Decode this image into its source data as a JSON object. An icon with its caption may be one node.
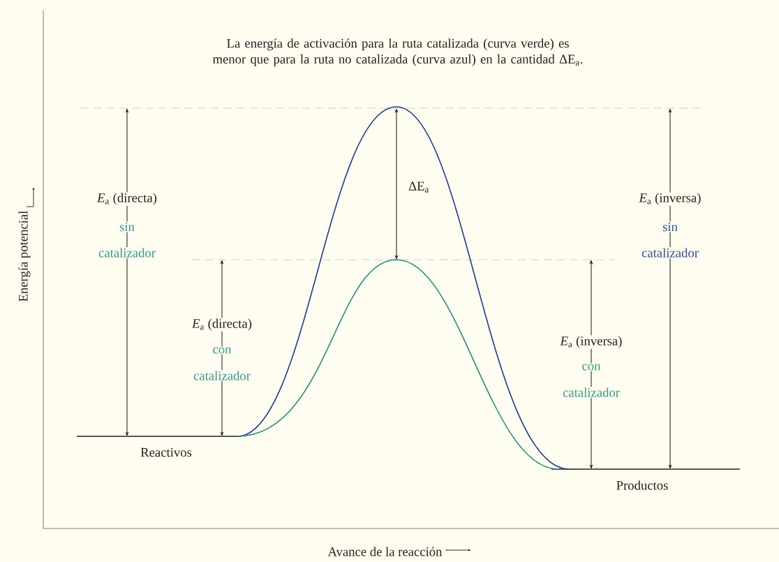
{
  "diagram": {
    "title": "La energía de activación para la ruta catalizada (curva verde) es menor que para la ruta no catalizada (curva azul) en la cantidad ΔE$_{a}$.",
    "labels": [
      "*E*$_{a}$ (directa)",
      "sin",
      "catalizador",
      "*E*$_{a}$ (directa)",
      "con",
      "catalizador",
      "ΔE$_{a}$",
      "*E*$_{a}$ (inversa)",
      "sin",
      "catalizador",
      "*E*$_{a}$ (inversa)",
      "con",
      "catalizador",
      "Reactivos",
      "Productos",
      "Energía potencial",
      "Avance de la reacción"
    ]
  }
}
